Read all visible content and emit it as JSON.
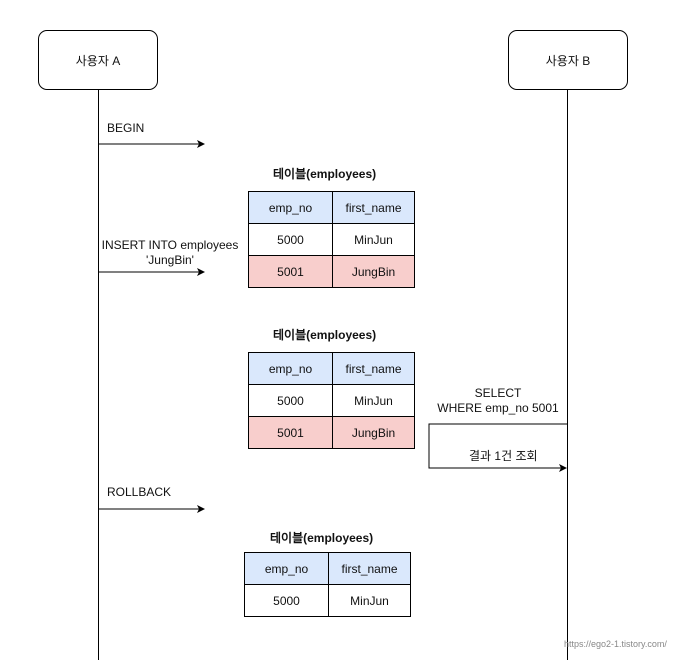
{
  "actors": {
    "a": {
      "label": "사용자 A"
    },
    "b": {
      "label": "사용자 B"
    }
  },
  "messages": {
    "begin": "BEGIN",
    "insert_line1": "INSERT INTO employees",
    "insert_line2": "'JungBin'",
    "select_line1": "SELECT",
    "select_line2": "WHERE emp_no 5001",
    "result": "결과 1건 조회",
    "rollback": "ROLLBACK"
  },
  "tables": [
    {
      "title": "테이블(employees)",
      "columns": [
        "emp_no",
        "first_name"
      ],
      "rows": [
        {
          "cells": [
            "5000",
            "MinJun"
          ],
          "highlight": false
        },
        {
          "cells": [
            "5001",
            "JungBin"
          ],
          "highlight": true
        }
      ]
    },
    {
      "title": "테이블(employees)",
      "columns": [
        "emp_no",
        "first_name"
      ],
      "rows": [
        {
          "cells": [
            "5000",
            "MinJun"
          ],
          "highlight": false
        },
        {
          "cells": [
            "5001",
            "JungBin"
          ],
          "highlight": true
        }
      ]
    },
    {
      "title": "테이블(employees)",
      "columns": [
        "emp_no",
        "first_name"
      ],
      "rows": [
        {
          "cells": [
            "5000",
            "MinJun"
          ],
          "highlight": false
        }
      ]
    }
  ],
  "colors": {
    "header_fill": "#dae8fc",
    "highlight_fill": "#f8cecc"
  },
  "credit": "https://ego2-1.tistory.com/"
}
